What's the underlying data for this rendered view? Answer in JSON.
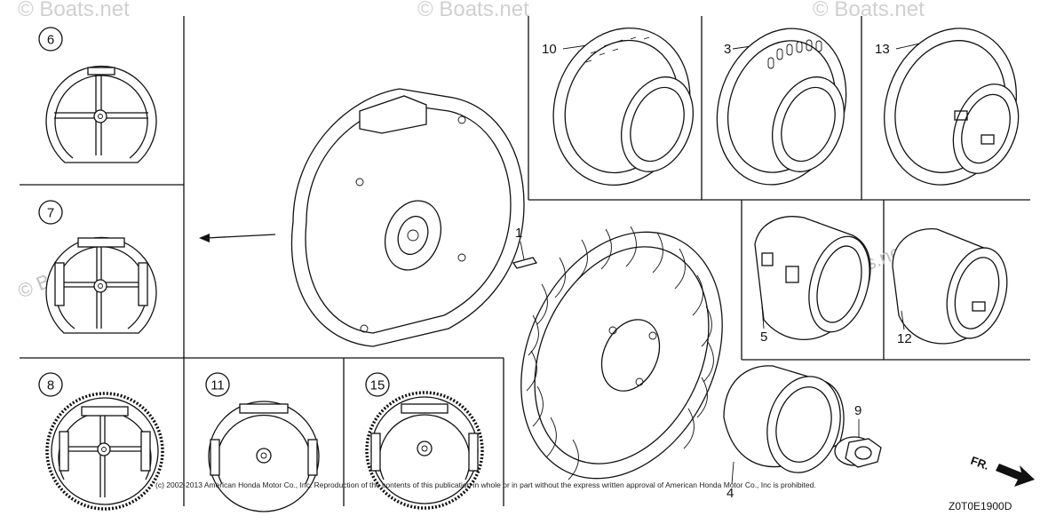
{
  "watermarks": {
    "brand": "© Boats.net"
  },
  "panels": {
    "variant_6": "6",
    "variant_7": "7",
    "variant_8": "8",
    "variant_11": "11",
    "variant_15": "15"
  },
  "callouts": {
    "part_1": "1",
    "part_3": "3",
    "part_4": "4",
    "part_5": "5",
    "part_9": "9",
    "part_10": "10",
    "part_12": "12",
    "part_13": "13"
  },
  "direction": {
    "label": "FR."
  },
  "footer": {
    "copyright": "(c) 2002-2013 American Honda Motor Co., Inc. Reproduction of the contents of this publication in whole or in part without the express written approval of American Honda Motor Co., Inc is prohibited.",
    "diagram_code": "Z0T0E1900D"
  }
}
